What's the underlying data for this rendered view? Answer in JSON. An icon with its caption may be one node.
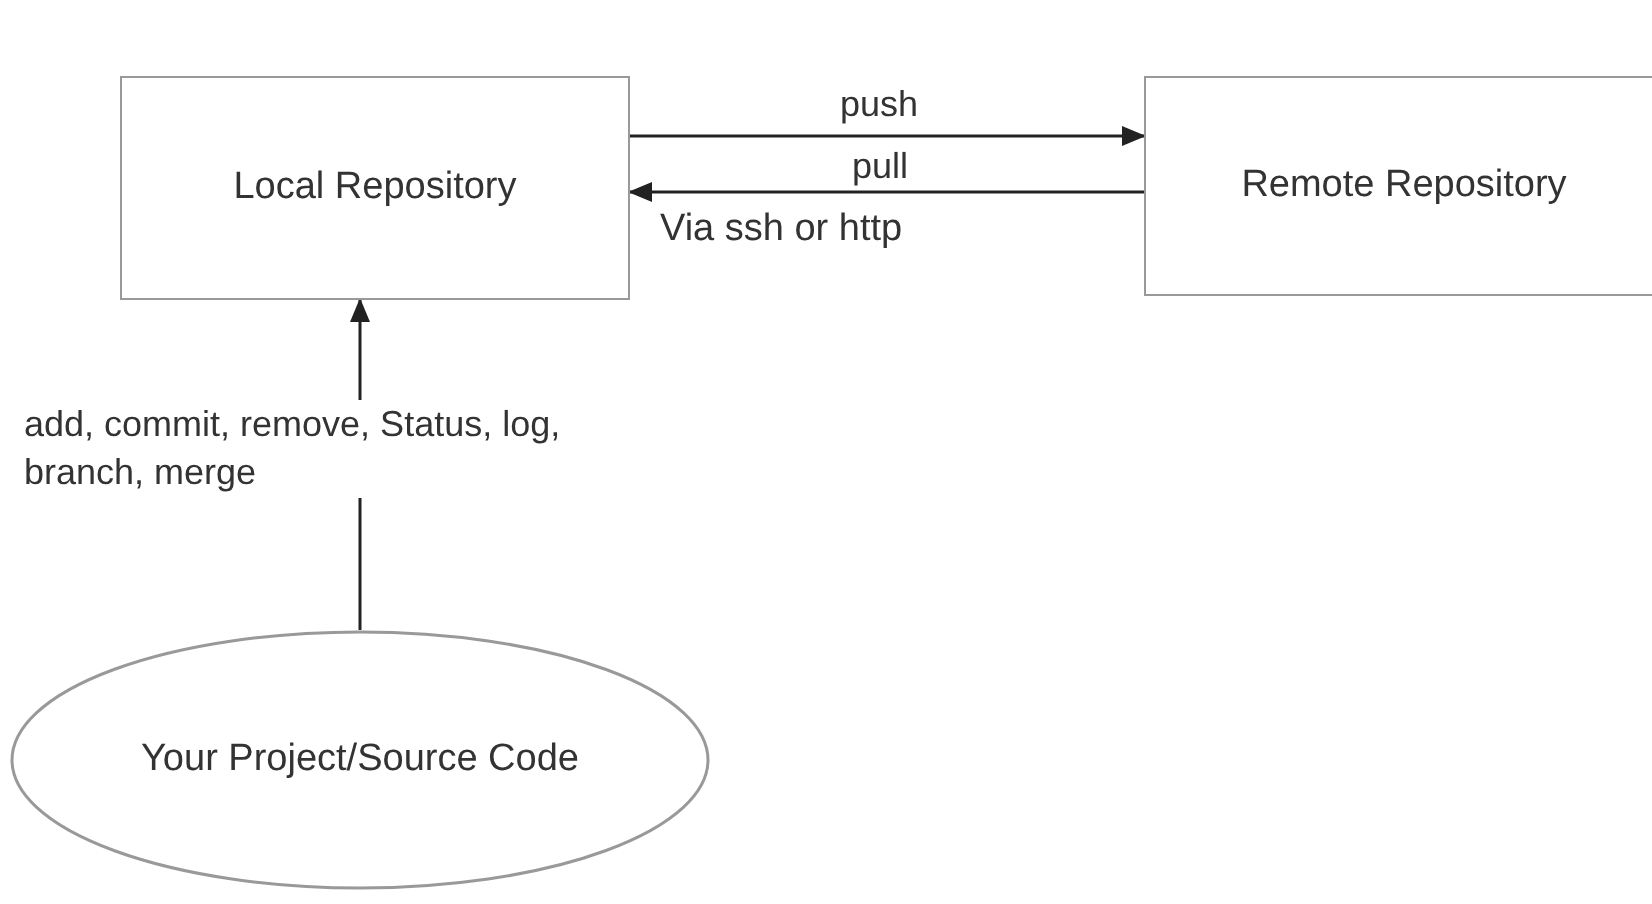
{
  "diagram": {
    "nodes": [
      {
        "text": [
          "Local Repository"
        ]
      },
      {
        "text": [
          "Remote Repository"
        ]
      },
      {
        "text": [
          "Your Project/Source Code"
        ]
      }
    ],
    "edges": [
      {
        "from": 0,
        "to": 1,
        "arrow": "to",
        "label": "push"
      },
      {
        "from": 1,
        "to": 0,
        "arrow": "to",
        "label": "pull"
      },
      {
        "from": 2,
        "to": 0,
        "arrow": "to",
        "label": "add, commit, remove, Status, log, branch, merge"
      }
    ],
    "labels": [
      "Via ssh or http"
    ]
  }
}
